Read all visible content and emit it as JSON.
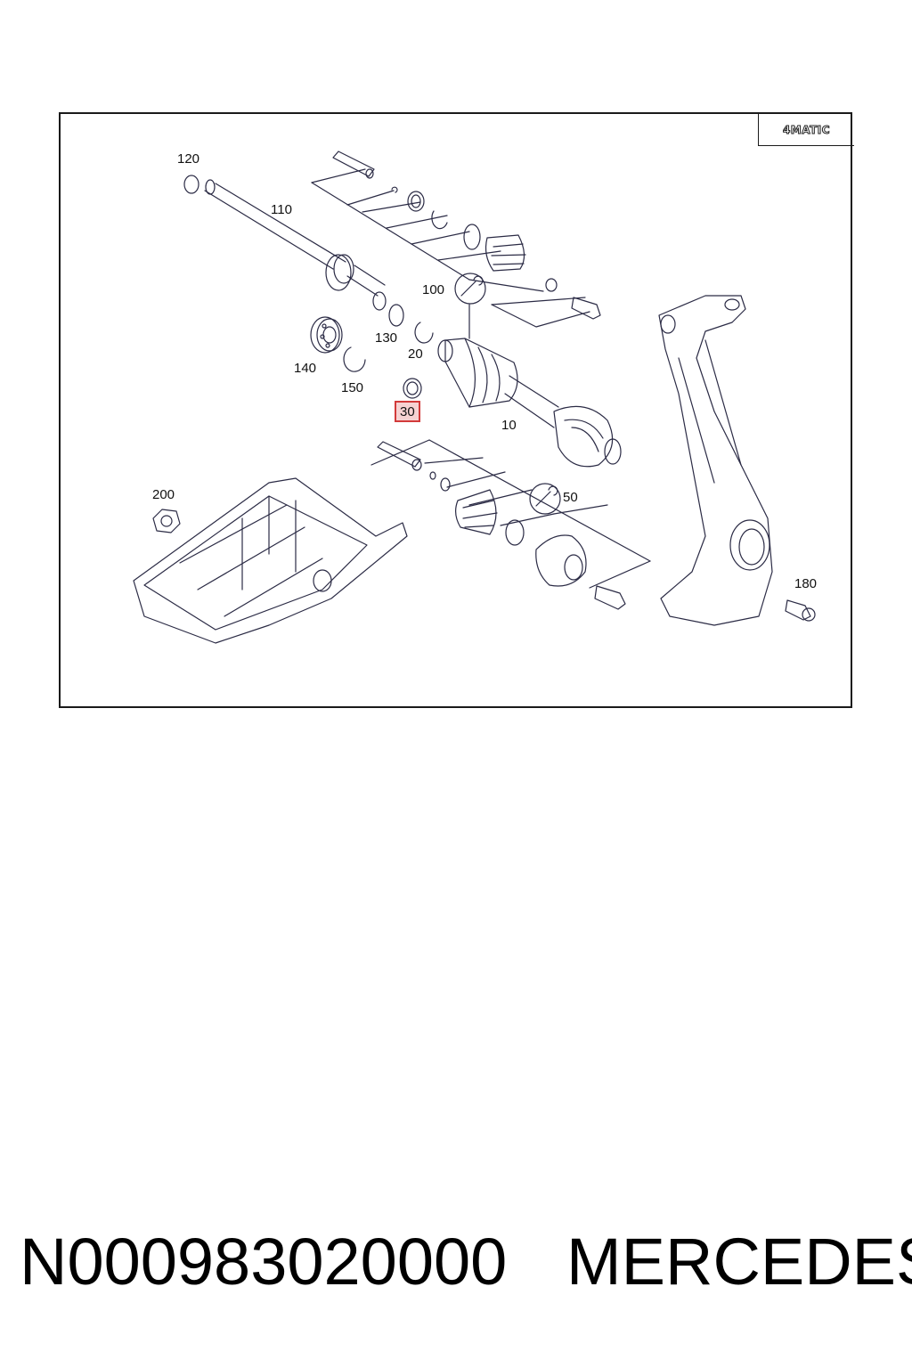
{
  "diagram": {
    "badge": "4MATIC",
    "callouts": [
      {
        "label": "120"
      },
      {
        "label": "110"
      },
      {
        "label": "100"
      },
      {
        "label": "130"
      },
      {
        "label": "20"
      },
      {
        "label": "140"
      },
      {
        "label": "150"
      },
      {
        "label": "30",
        "highlighted": true
      },
      {
        "label": "10"
      },
      {
        "label": "200"
      },
      {
        "label": "50"
      },
      {
        "label": "180"
      }
    ],
    "highlight_color": "#d23a3a",
    "line_color": "#2b2b45"
  },
  "caption": {
    "part_number": "N000983020000",
    "brand": "MERCEDES"
  }
}
